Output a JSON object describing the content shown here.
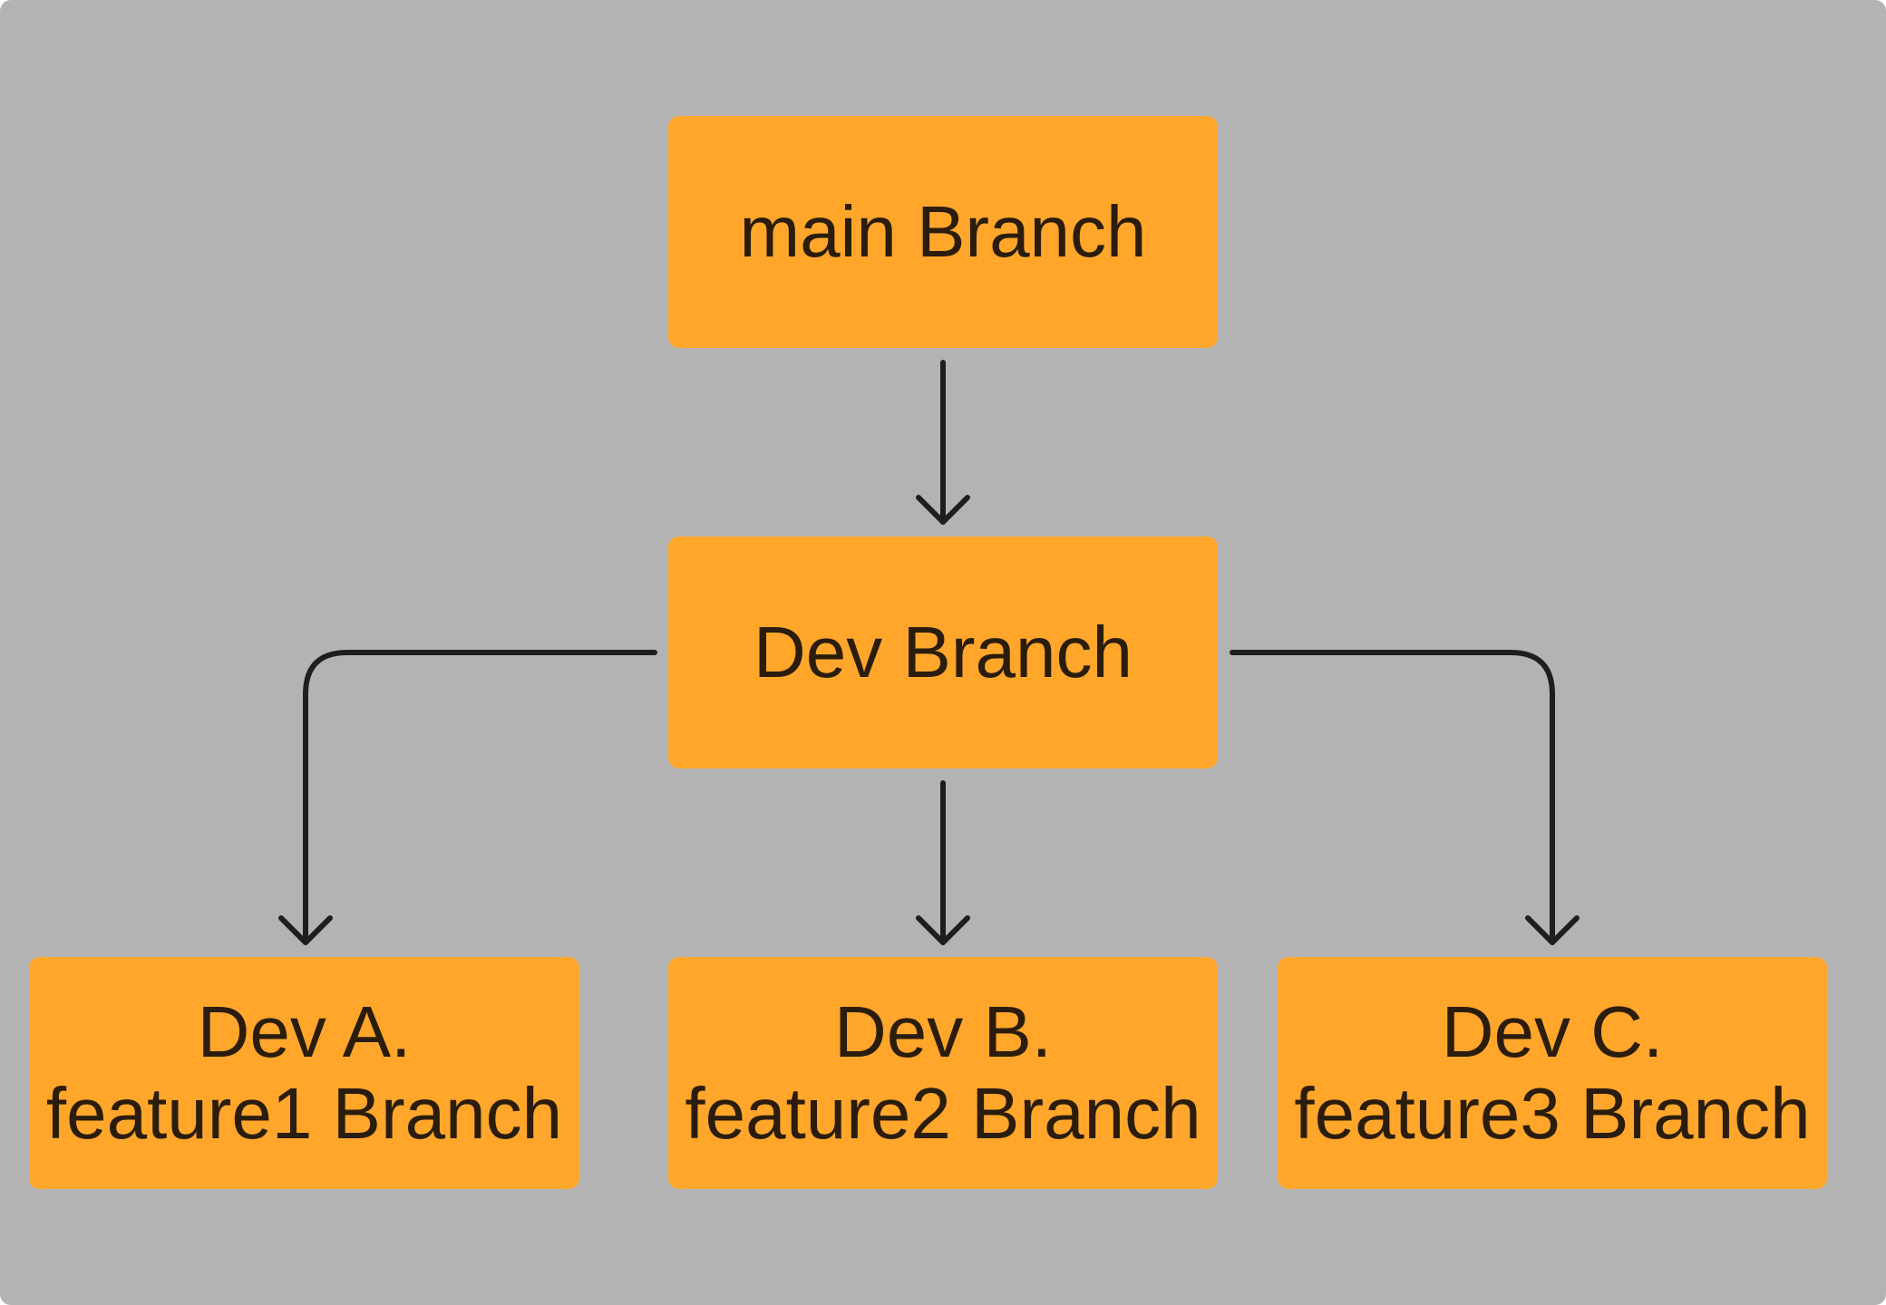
{
  "diagram": {
    "nodes": {
      "main": {
        "lines": [
          "main Branch"
        ]
      },
      "dev": {
        "lines": [
          "Dev Branch"
        ]
      },
      "dev_a": {
        "lines": [
          "Dev A.",
          "feature1 Branch"
        ]
      },
      "dev_b": {
        "lines": [
          "Dev B.",
          "feature2 Branch"
        ]
      },
      "dev_c": {
        "lines": [
          "Dev C.",
          "feature3 Branch"
        ]
      }
    },
    "edges": [
      {
        "from": "main",
        "to": "dev"
      },
      {
        "from": "dev",
        "to": "dev_a"
      },
      {
        "from": "dev",
        "to": "dev_b"
      },
      {
        "from": "dev",
        "to": "dev_c"
      }
    ]
  },
  "colors": {
    "background": "#b3b3b3",
    "node_fill": "#ffa62b",
    "node_text": "#2b1d0e",
    "connector": "#1e1e1e"
  }
}
